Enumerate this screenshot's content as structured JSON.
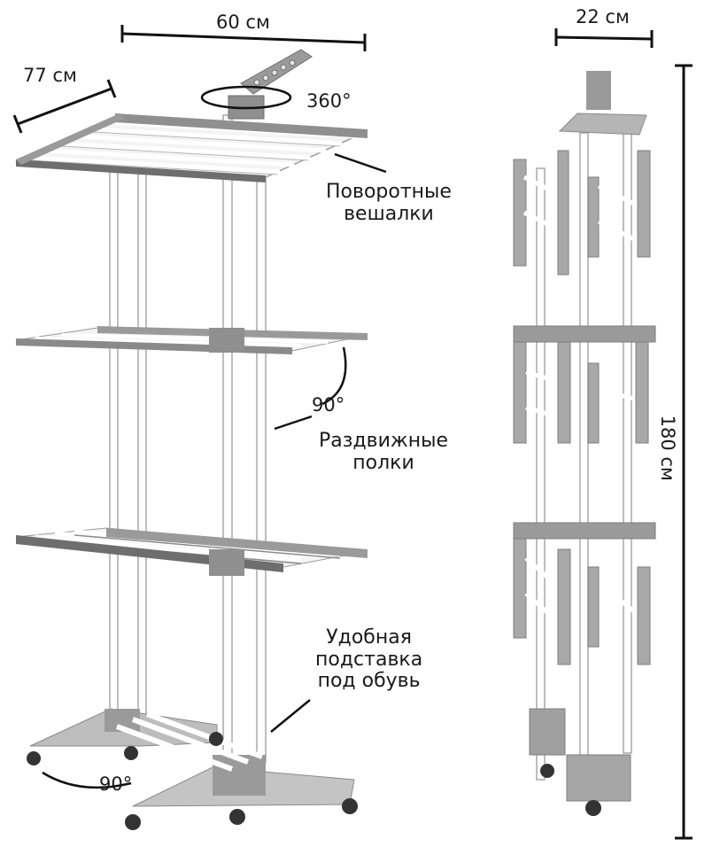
{
  "dimensions": {
    "width_top": "60 см",
    "depth": "77 см",
    "folded_width": "22 см",
    "height": "180 см",
    "rotation": "360°",
    "shelf_angle": "90°",
    "base_angle": "90°"
  },
  "captions": {
    "rotating_hangers": [
      "Поворотные",
      "вешалки"
    ],
    "sliding_shelves": [
      "Раздвижные",
      "полки"
    ],
    "shoe_stand": [
      "Удобная",
      "подставка",
      "под обувь"
    ]
  },
  "colors": {
    "frame_gray": "#8f8f8f",
    "frame_dark": "#6e6e6e",
    "rod_white": "#ffffff",
    "outline": "#9a9a9a",
    "line": "#111111"
  }
}
